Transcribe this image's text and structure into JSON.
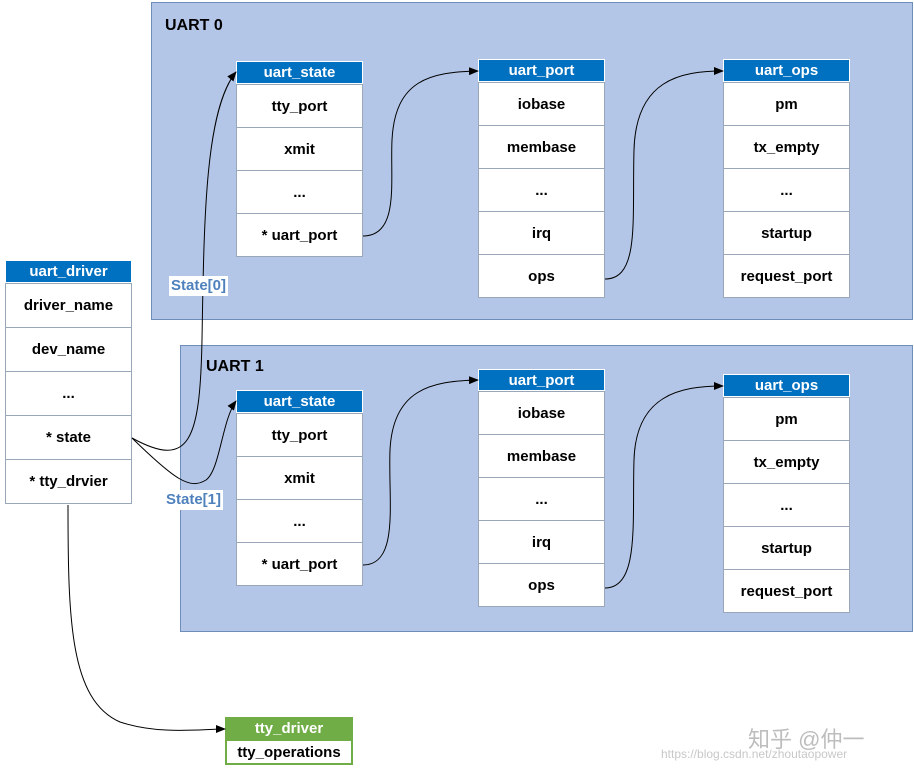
{
  "uart0": {
    "title": "UART 0",
    "uart_state": {
      "header": "uart_state",
      "fields": [
        "tty_port",
        "xmit",
        "...",
        "* uart_port"
      ]
    },
    "uart_port": {
      "header": "uart_port",
      "fields": [
        "iobase",
        "membase",
        "...",
        "irq",
        "ops"
      ]
    },
    "uart_ops": {
      "header": "uart_ops",
      "fields": [
        "pm",
        "tx_empty",
        "...",
        "startup",
        "request_port"
      ]
    }
  },
  "uart1": {
    "title": "UART 1",
    "uart_state": {
      "header": "uart_state",
      "fields": [
        "tty_port",
        "xmit",
        "...",
        "* uart_port"
      ]
    },
    "uart_port": {
      "header": "uart_port",
      "fields": [
        "iobase",
        "membase",
        "...",
        "irq",
        "ops"
      ]
    },
    "uart_ops": {
      "header": "uart_ops",
      "fields": [
        "pm",
        "tx_empty",
        "...",
        "startup",
        "request_port"
      ]
    }
  },
  "uart_driver": {
    "header": "uart_driver",
    "fields": [
      "driver_name",
      "dev_name",
      "...",
      "* state",
      "* tty_drvier"
    ]
  },
  "tty_driver": {
    "header": "tty_driver",
    "fields": [
      "tty_operations"
    ]
  },
  "edge_labels": {
    "state0": "State[0]",
    "state1": "State[1]"
  },
  "watermark": {
    "brand": "知乎 @仲一",
    "url": "https://blog.csdn.net/zhoutaopower"
  }
}
